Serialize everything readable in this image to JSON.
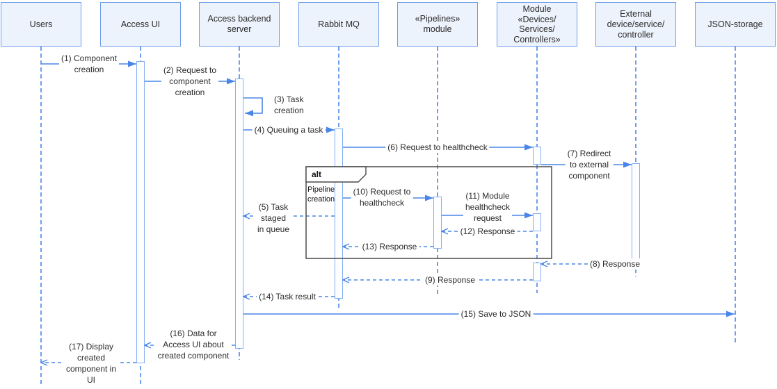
{
  "colors": {
    "line_blue": "#4a86e8",
    "actor_fill": "#edf3fc",
    "actor_border": "#6d9eeb",
    "activation_border": "#85aef2",
    "fragment_border": "#4a4a4a",
    "text": "#2b2b2b"
  },
  "actors": [
    {
      "id": "users",
      "label": "Users"
    },
    {
      "id": "access-ui",
      "label": "Access UI"
    },
    {
      "id": "backend",
      "label": "Access backend\nserver"
    },
    {
      "id": "rabbitmq",
      "label": "Rabbit MQ"
    },
    {
      "id": "pipelines",
      "label": "«Pipelines»\nmodule"
    },
    {
      "id": "module-dsc",
      "label": "Module\n«Devices/\nServices/\nControllers»"
    },
    {
      "id": "external",
      "label": "External\ndevice/service/\ncontroller"
    },
    {
      "id": "json-storage",
      "label": "JSON-storage"
    }
  ],
  "fragment": {
    "operator": "alt",
    "guard": "Pipeline\ncreation"
  },
  "messages": [
    {
      "num": 1,
      "label": "(1) Component\ncreation",
      "from": "users",
      "to": "access-ui",
      "kind": "call"
    },
    {
      "num": 2,
      "label": "(2) Request to\ncomponent\ncreation",
      "from": "access-ui",
      "to": "backend",
      "kind": "call"
    },
    {
      "num": 3,
      "label": "(3) Task\ncreation",
      "from": "backend",
      "to": "backend",
      "kind": "self"
    },
    {
      "num": 4,
      "label": "(4) Queuing a task",
      "from": "backend",
      "to": "rabbitmq",
      "kind": "call"
    },
    {
      "num": 5,
      "label": "(5) Task\nstaged\nin queue",
      "from": "rabbitmq",
      "to": "backend",
      "kind": "return"
    },
    {
      "num": 6,
      "label": "(6) Request to healthcheck",
      "from": "rabbitmq",
      "to": "module-dsc",
      "kind": "call"
    },
    {
      "num": 7,
      "label": "(7) Redirect\nto external\ncomponent",
      "from": "module-dsc",
      "to": "external",
      "kind": "call"
    },
    {
      "num": 8,
      "label": "(8) Response",
      "from": "external",
      "to": "module-dsc",
      "kind": "return"
    },
    {
      "num": 9,
      "label": "(9) Response",
      "from": "module-dsc",
      "to": "rabbitmq",
      "kind": "return"
    },
    {
      "num": 10,
      "label": "(10) Request to\nhealthcheck",
      "from": "rabbitmq",
      "to": "pipelines",
      "kind": "call"
    },
    {
      "num": 11,
      "label": "(11) Module\nhealthcheck\nrequest",
      "from": "pipelines",
      "to": "module-dsc",
      "kind": "call"
    },
    {
      "num": 12,
      "label": "(12) Response",
      "from": "module-dsc",
      "to": "pipelines",
      "kind": "return"
    },
    {
      "num": 13,
      "label": "(13) Response",
      "from": "pipelines",
      "to": "rabbitmq",
      "kind": "return"
    },
    {
      "num": 14,
      "label": "(14) Task result",
      "from": "rabbitmq",
      "to": "backend",
      "kind": "return"
    },
    {
      "num": 15,
      "label": "(15) Save to JSON",
      "from": "backend",
      "to": "json-storage",
      "kind": "call"
    },
    {
      "num": 16,
      "label": "(16) Data for\nAccess UI about\ncreated component",
      "from": "backend",
      "to": "access-ui",
      "kind": "return"
    },
    {
      "num": 17,
      "label": "(17) Display\ncreated\ncomponent in\nUI",
      "from": "access-ui",
      "to": "users",
      "kind": "return"
    }
  ]
}
